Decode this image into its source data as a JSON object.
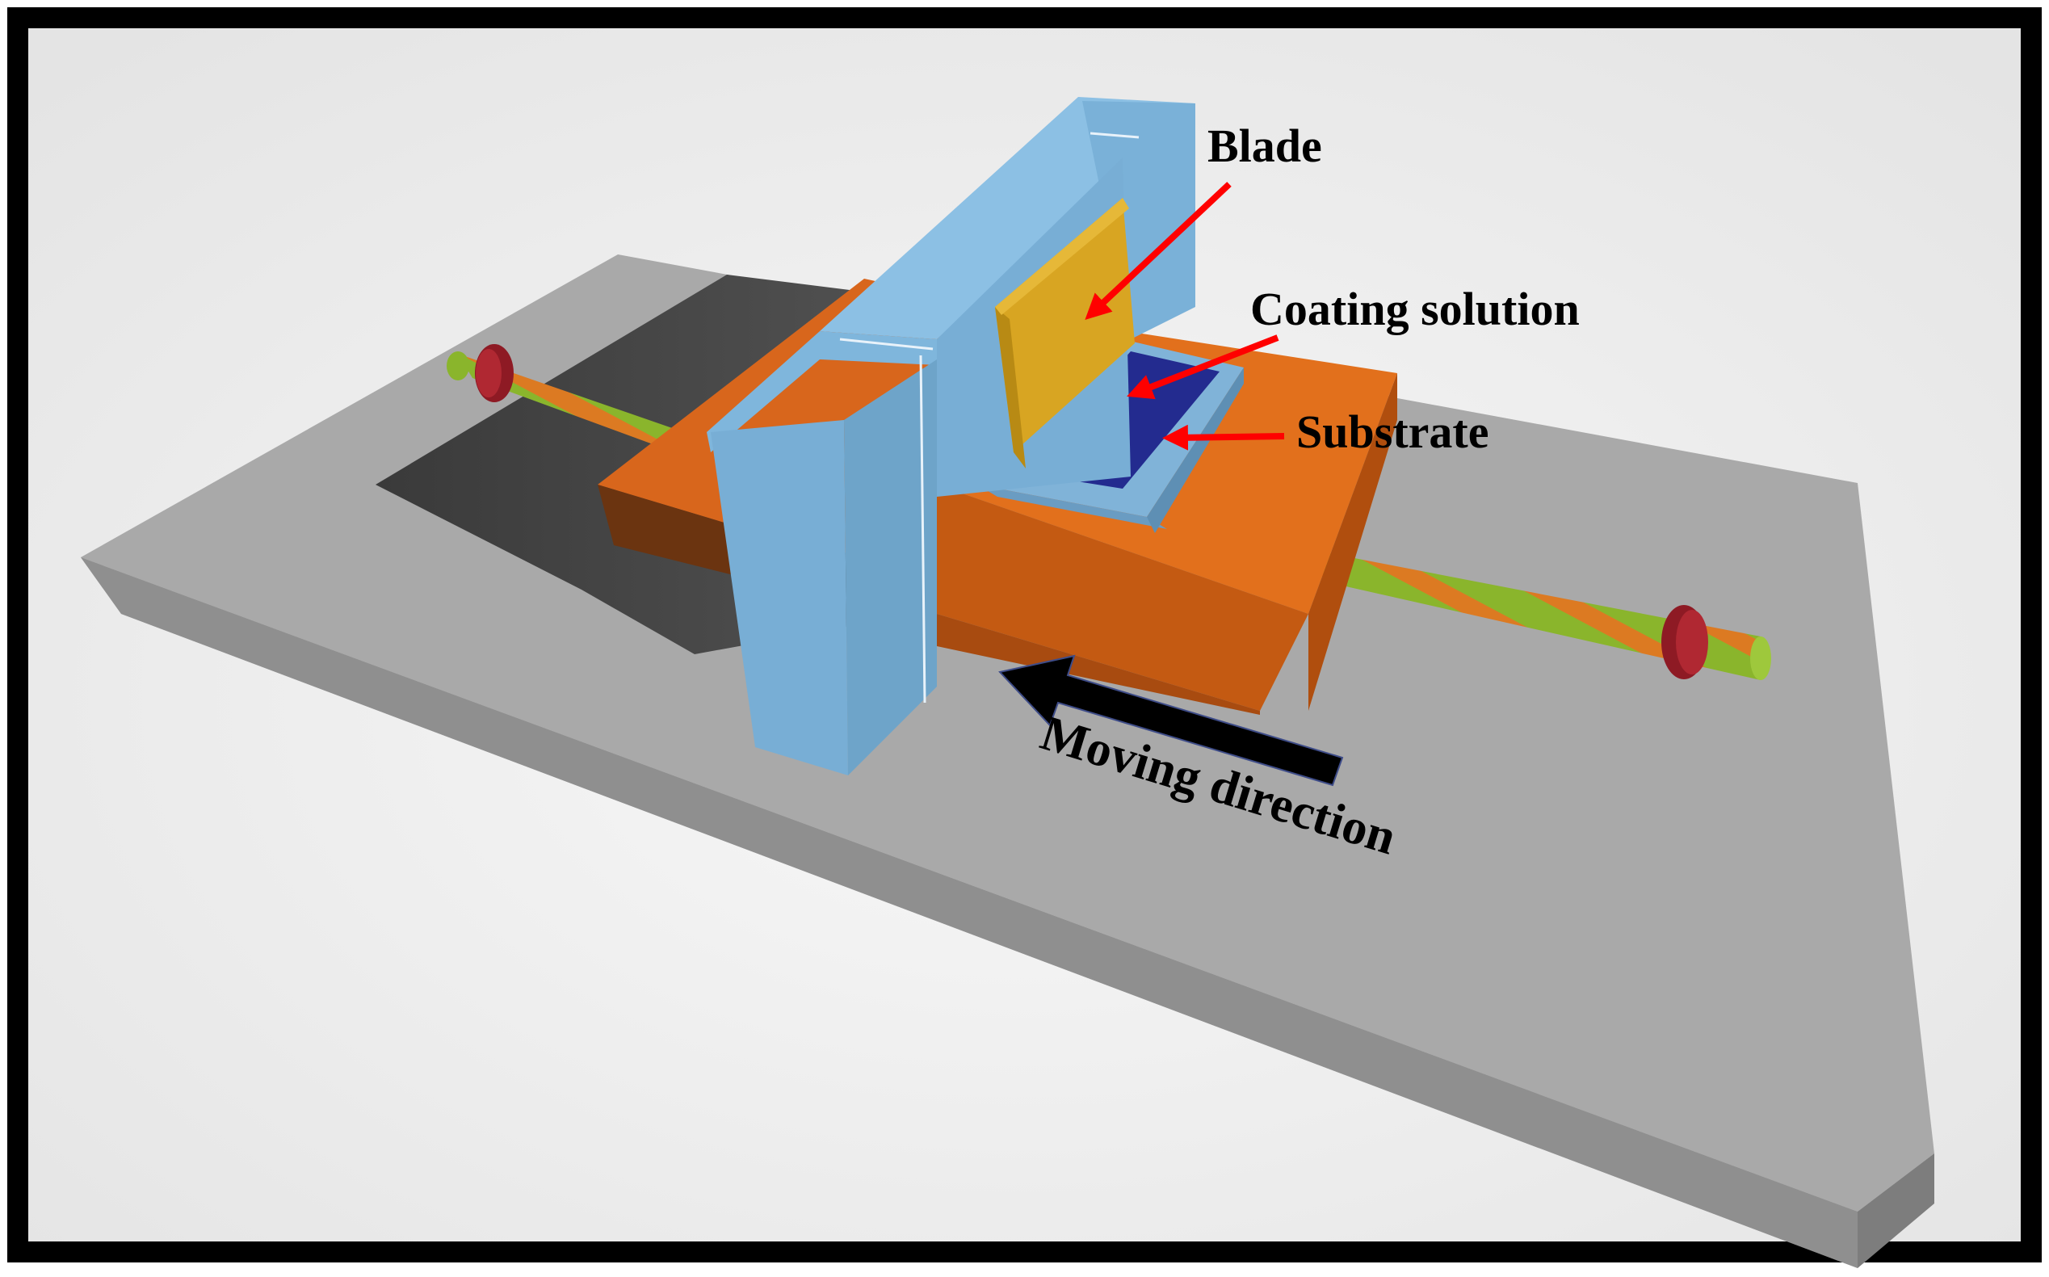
{
  "labels": {
    "blade": "Blade",
    "coating_solution": "Coating solution",
    "substrate": "Substrate",
    "moving_direction": "Moving direction"
  },
  "colors": {
    "frame": "#000000",
    "base_top": "#aaaaaa",
    "base_side": "#8e8e8e",
    "stage_top": "#e2701c",
    "stage_side": "#c45a12",
    "stage_back": "#6b3410",
    "bridge_light": "#83b7db",
    "bridge_dark": "#6ea4c9",
    "blade": "#d8a522",
    "coating_solution": "#232b8f",
    "substrate": "#80b3d8",
    "screw_green": "#8ab52c",
    "screw_stripe": "#dc7a22",
    "screw_collar": "#8e1a24",
    "pointer_arrow": "#ff0000",
    "direction_arrow": "#000000"
  }
}
